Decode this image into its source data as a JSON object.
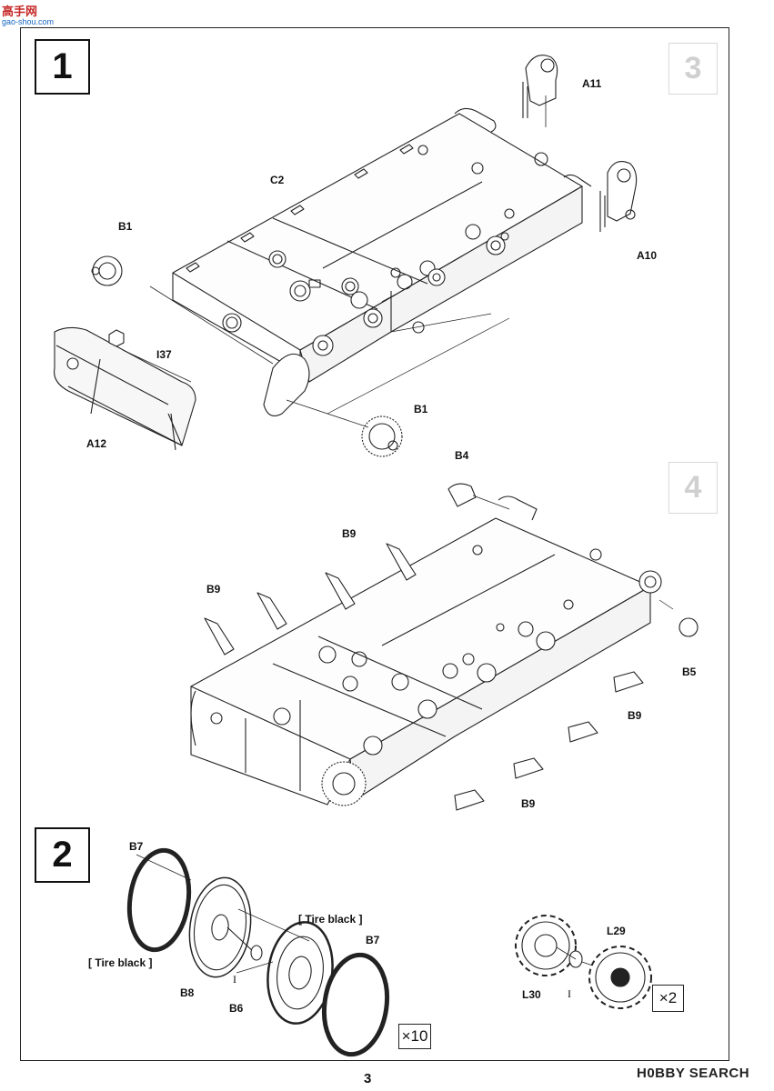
{
  "header_logo": {
    "text": "高手网",
    "sub": "gao-shou.com"
  },
  "steps": [
    {
      "number": "1"
    },
    {
      "number": "2"
    }
  ],
  "ghost_steps": [
    "3",
    "4"
  ],
  "step1_labels": {
    "a11": "A11",
    "a10": "A10",
    "c2": "C2",
    "b1_top": "B1",
    "b1_bottom": "B1",
    "i37": "I37",
    "a12": "A12",
    "b4": "B4",
    "b9_a": "B9",
    "b9_b": "B9",
    "b9_c": "B9",
    "b9_d": "B9",
    "b5": "B5"
  },
  "step2_labels": {
    "b7_left": "B7",
    "tire_black_left": "[ Tire black ]",
    "b8": "B8",
    "tire_black_right": "[ Tire black ]",
    "b7_right": "B7",
    "b6": "B6",
    "l29": "L29",
    "l30": "L30",
    "i_left": "I",
    "i_right": "I"
  },
  "multipliers": {
    "wheels": "×10",
    "sprockets": "×2"
  },
  "footer": {
    "page_number": "3",
    "watermark": "H0BBY SEARCH"
  }
}
